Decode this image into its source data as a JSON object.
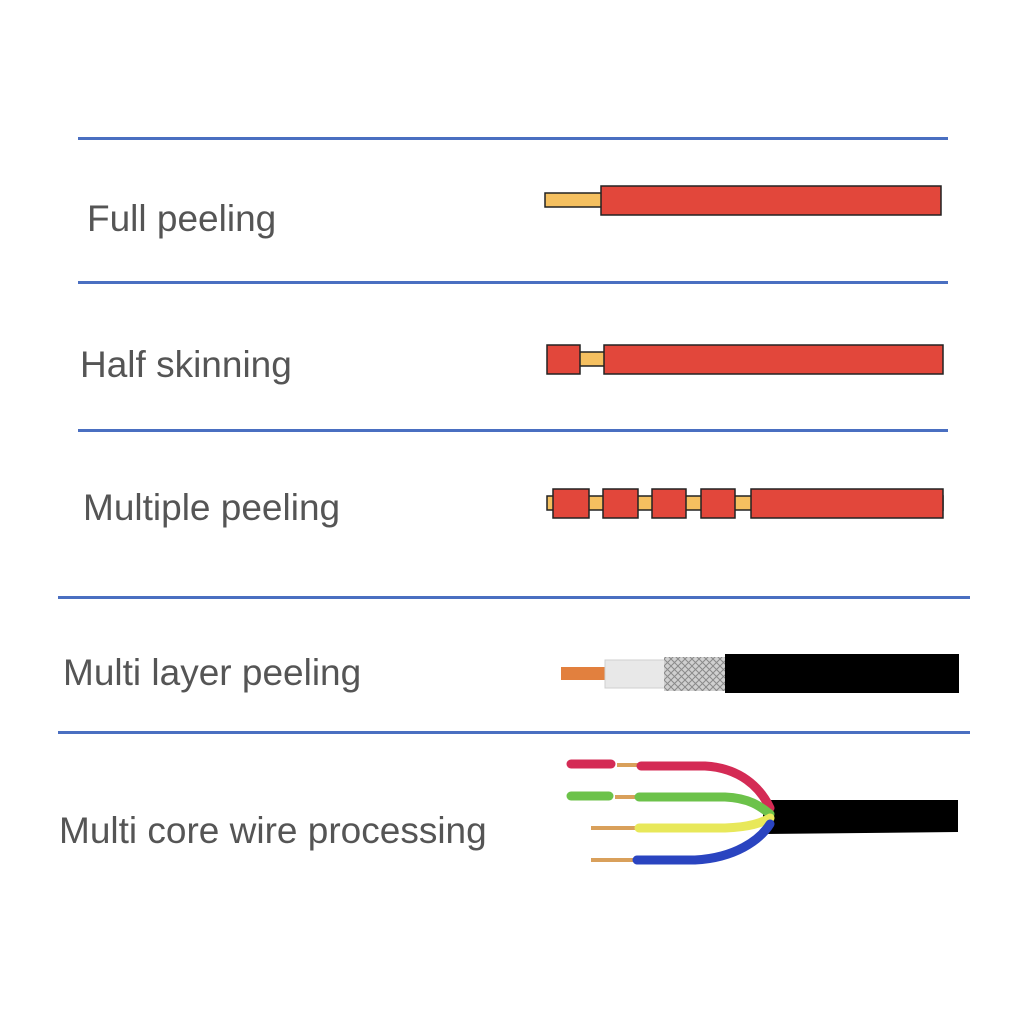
{
  "colors": {
    "divider": "#4a6fc1",
    "label_text": "#555555",
    "sheath_red": "#e2473b",
    "conductor_gold": "#f5c060",
    "outline": "#222222",
    "cable_black": "#000000",
    "coax_core": "#e2803e",
    "coax_insulation": "#e8e8e8",
    "coax_shield": "#c8c8c8",
    "core_red": "#d42b55",
    "core_green": "#6cc24a",
    "core_yellow": "#e8e85a",
    "core_blue": "#2a44c0",
    "core_copper": "#d9a05b"
  },
  "rows": [
    {
      "label": "Full peeling",
      "illustration": "full-peeling-wire-icon"
    },
    {
      "label": "Half skinning",
      "illustration": "half-skinning-wire-icon"
    },
    {
      "label": "Multiple peeling",
      "illustration": "multiple-peeling-wire-icon"
    },
    {
      "label": "Multi layer peeling",
      "illustration": "coaxial-cable-icon"
    },
    {
      "label": "Multi core wire processing",
      "illustration": "multi-core-cable-icon"
    }
  ]
}
